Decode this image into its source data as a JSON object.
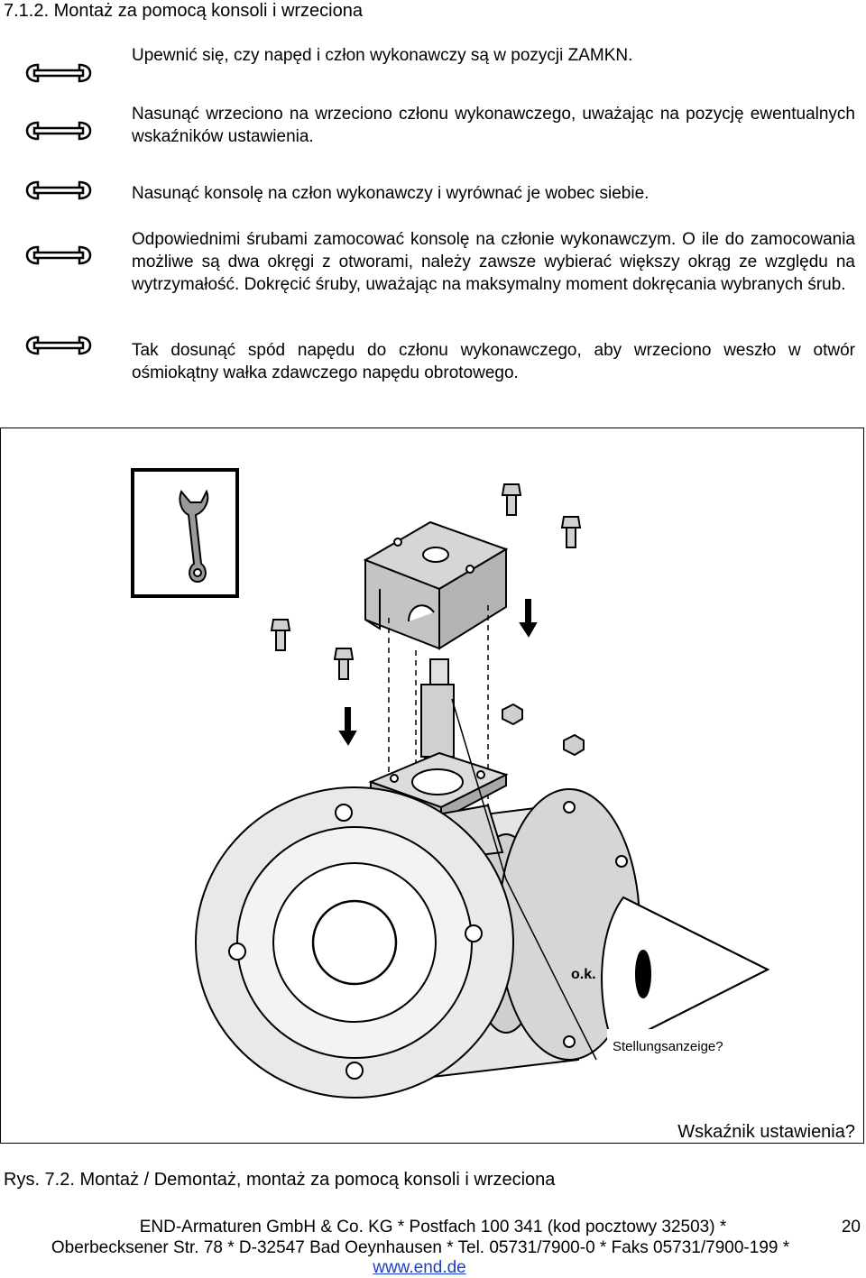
{
  "section_heading": "7.1.2. Montaż za pomocą konsoli i wrzeciona",
  "steps": [
    {
      "icon": "wrench-icon",
      "text": "Upewnić się, czy napęd i człon wykonawczy są w pozycji ZAMKN."
    },
    {
      "icon": "wrench-icon",
      "text": "Nasunąć wrzeciono na wrzeciono członu wykonawczego, uważając na pozycję ewentualnych wskaźników ustawienia."
    },
    {
      "icon": "wrench-icon",
      "text": "Nasunąć konsolę na człon wykonawczy i wyrównać je wobec siebie."
    },
    {
      "icon": "wrench-icon",
      "text": "Odpowiednimi śrubami zamocować konsolę na członie wykonawczym. O ile do zamocowania możliwe są dwa okręgi z otworami, należy zawsze wybierać większy okrąg ze względu na wytrzymałość. Dokręcić śruby, uważając na maksymalny moment dokręcania wybranych śrub."
    },
    {
      "icon": "wrench-icon",
      "text": "Tak dosunąć spód napędu do członu wykonawczego, aby wrzeciono weszło w otwór ośmiokątny wałka zdawczego napędu obrotowego."
    }
  ],
  "figure": {
    "ok_label": "o.k.",
    "eye_label": "Stellungsanzeige?",
    "indicator_caption": "Wskaźnik ustawienia?",
    "caption": "Rys. 7.2. Montaż / Demontaż, montaż za pomocą konsoli i wrzeciona"
  },
  "footer": {
    "line1": "END-Armaturen GmbH & Co. KG * Postfach 100 341 (kod pocztowy 32503) *",
    "line2": "Oberbecksener Str. 78 * D-32547 Bad Oeynhausen * Tel. 05731/7900-0 * Faks 05731/7900-199 *",
    "link": "www.end.de",
    "page_number": "20"
  }
}
